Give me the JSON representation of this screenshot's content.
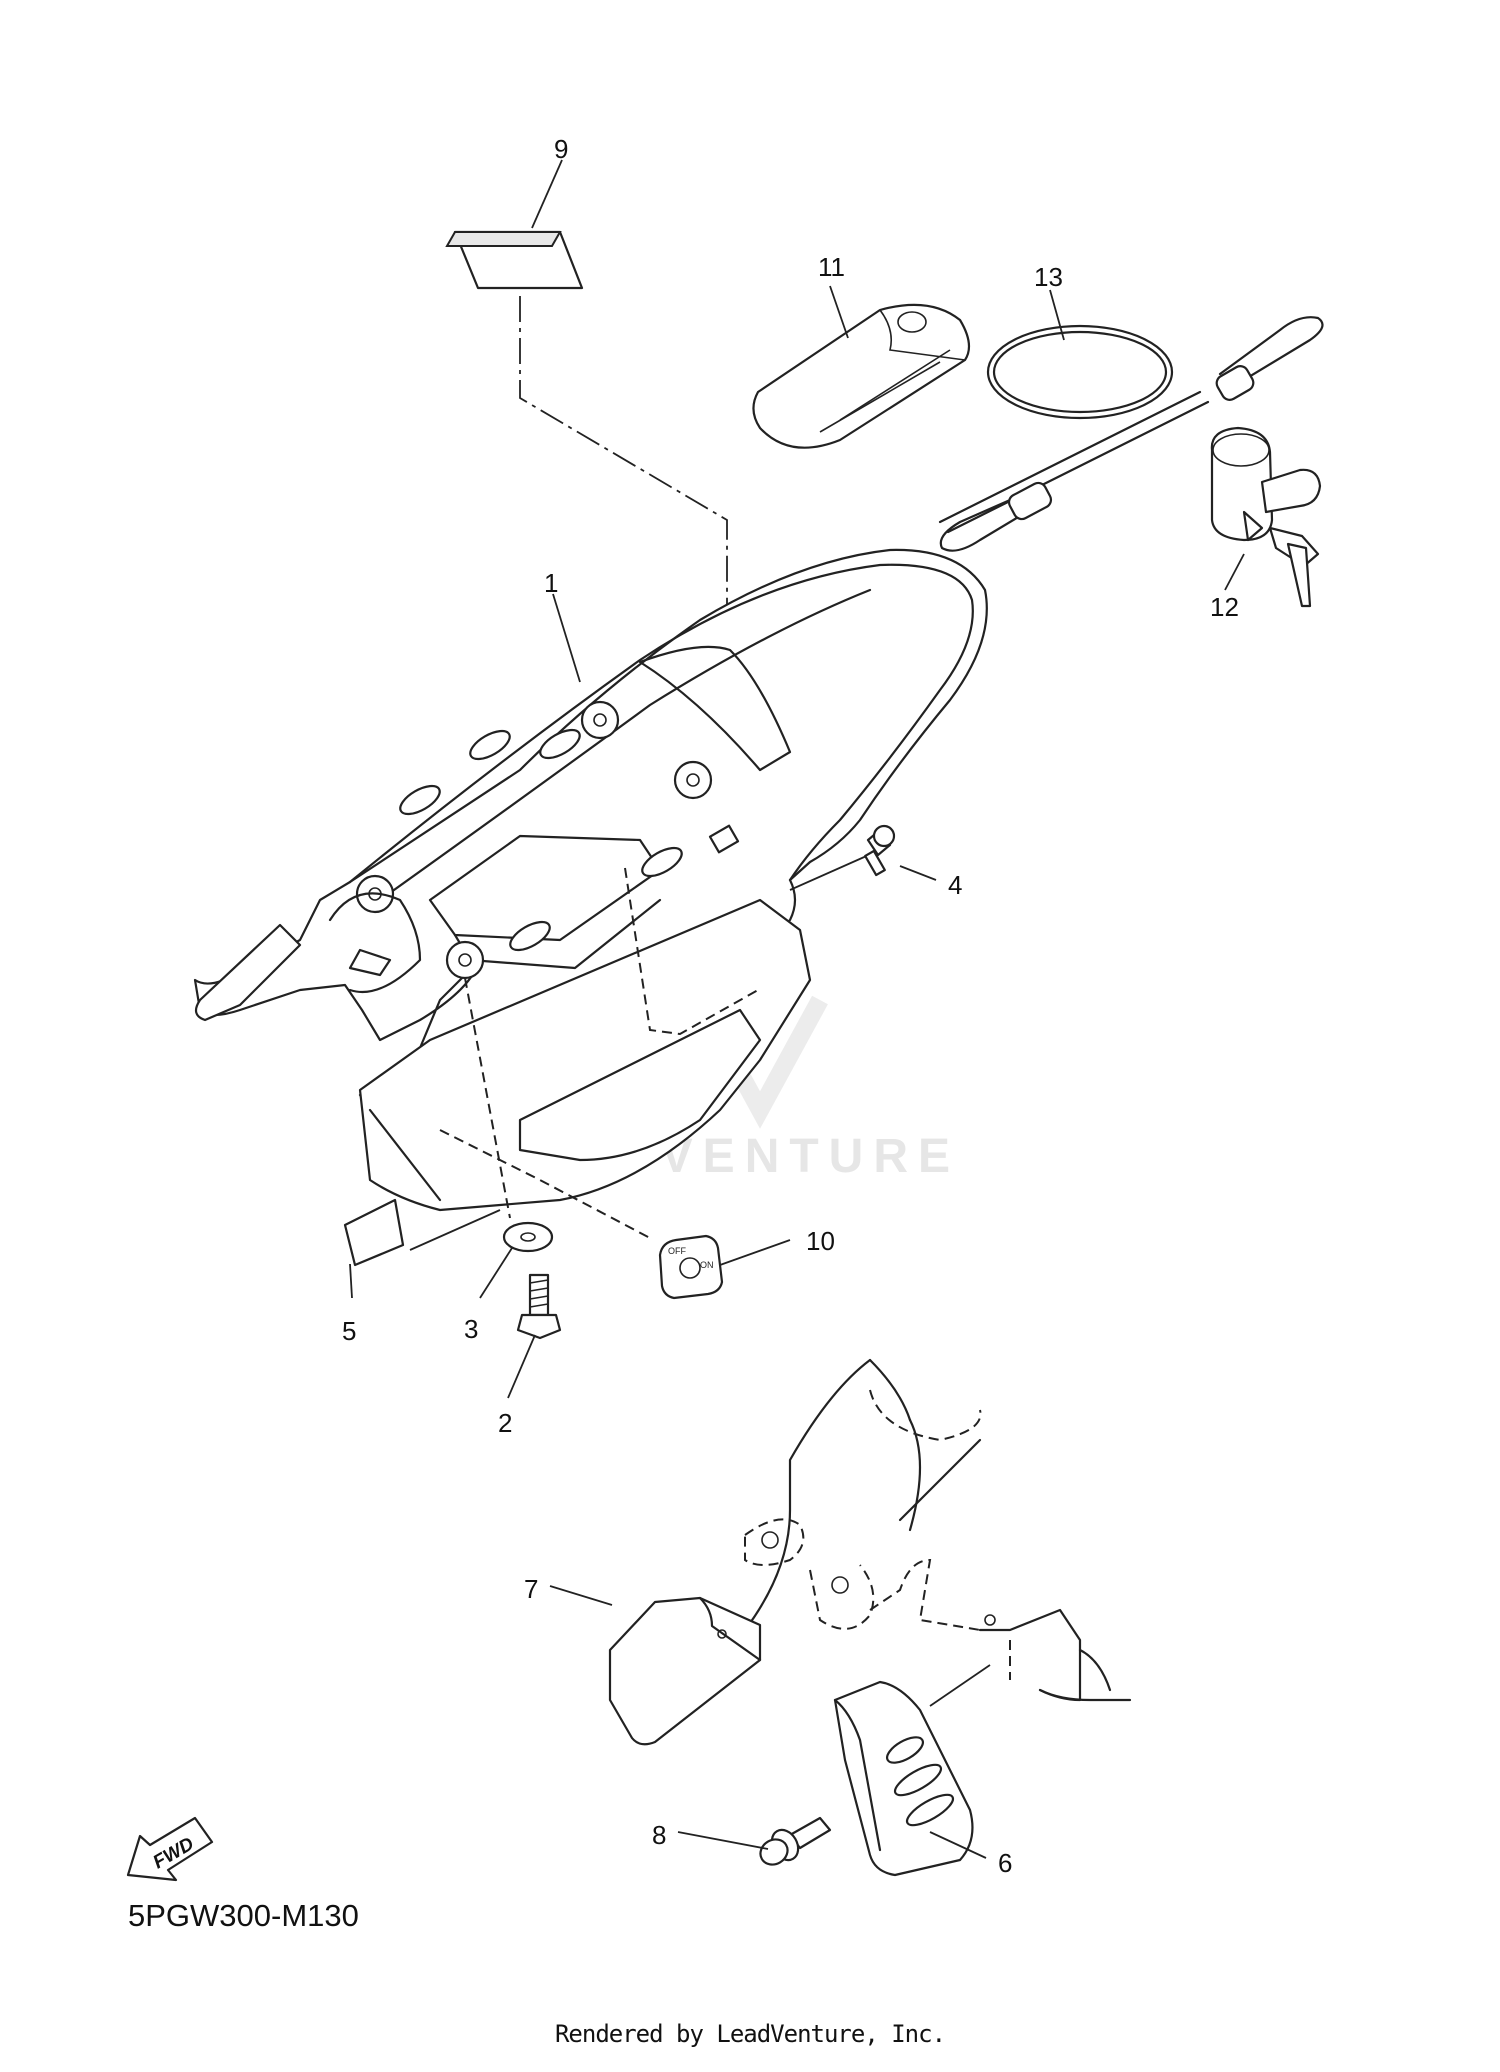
{
  "diagram": {
    "drawing_code": "5PGW300-M130",
    "credit": "Rendered by LeadVenture, Inc.",
    "fwd_marker": "FWD",
    "watermark": "LEADVENTURE",
    "callouts": [
      {
        "id": "c1",
        "label": "1"
      },
      {
        "id": "c2",
        "label": "2"
      },
      {
        "id": "c3",
        "label": "3"
      },
      {
        "id": "c4",
        "label": "4"
      },
      {
        "id": "c5",
        "label": "5"
      },
      {
        "id": "c6",
        "label": "6"
      },
      {
        "id": "c7",
        "label": "7"
      },
      {
        "id": "c8",
        "label": "8"
      },
      {
        "id": "c9",
        "label": "9"
      },
      {
        "id": "c10",
        "label": "10"
      },
      {
        "id": "c11",
        "label": "11"
      },
      {
        "id": "c12",
        "label": "12"
      },
      {
        "id": "c13",
        "label": "13"
      }
    ],
    "key_switch_text": {
      "off": "OFF",
      "on": "ON"
    }
  }
}
